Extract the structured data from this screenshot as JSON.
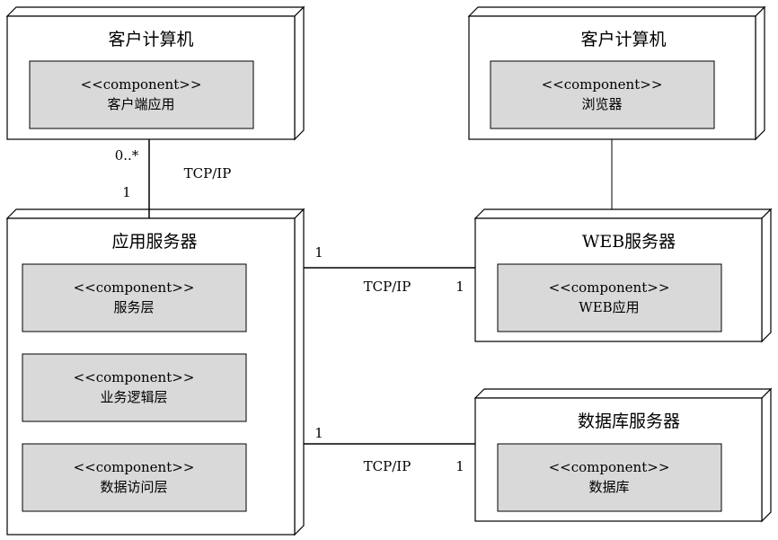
{
  "nodes": {
    "client_pc": {
      "title": "客户计算机",
      "component": {
        "stereotype": "<<component>>",
        "name": "客户端应用"
      }
    },
    "browser_pc": {
      "title": "客户计算机",
      "component": {
        "stereotype": "<<component>>",
        "name": "浏览器"
      }
    },
    "app_server": {
      "title": "应用服务器",
      "components": [
        {
          "stereotype": "<<component>>",
          "name": "服务层"
        },
        {
          "stereotype": "<<component>>",
          "name": "业务逻辑层"
        },
        {
          "stereotype": "<<component>>",
          "name": "数据访问层"
        }
      ]
    },
    "web_server": {
      "title": "WEB服务器",
      "component": {
        "stereotype": "<<component>>",
        "name": "WEB应用"
      }
    },
    "db_server": {
      "title": "数据库服务器",
      "component": {
        "stereotype": "<<component>>",
        "name": "数据库"
      }
    }
  },
  "connections": {
    "client_app": {
      "protocol": "TCP/IP",
      "client_multiplicity": "0..*",
      "server_multiplicity": "1"
    },
    "app_web": {
      "protocol": "TCP/IP",
      "app_multiplicity": "1",
      "web_multiplicity": "1"
    },
    "app_db": {
      "protocol": "TCP/IP",
      "app_multiplicity": "1",
      "db_multiplicity": "1"
    }
  },
  "colors": {
    "component_fill": "#d9d9d9",
    "node_fill": "#ffffff",
    "stroke": "#000000"
  }
}
